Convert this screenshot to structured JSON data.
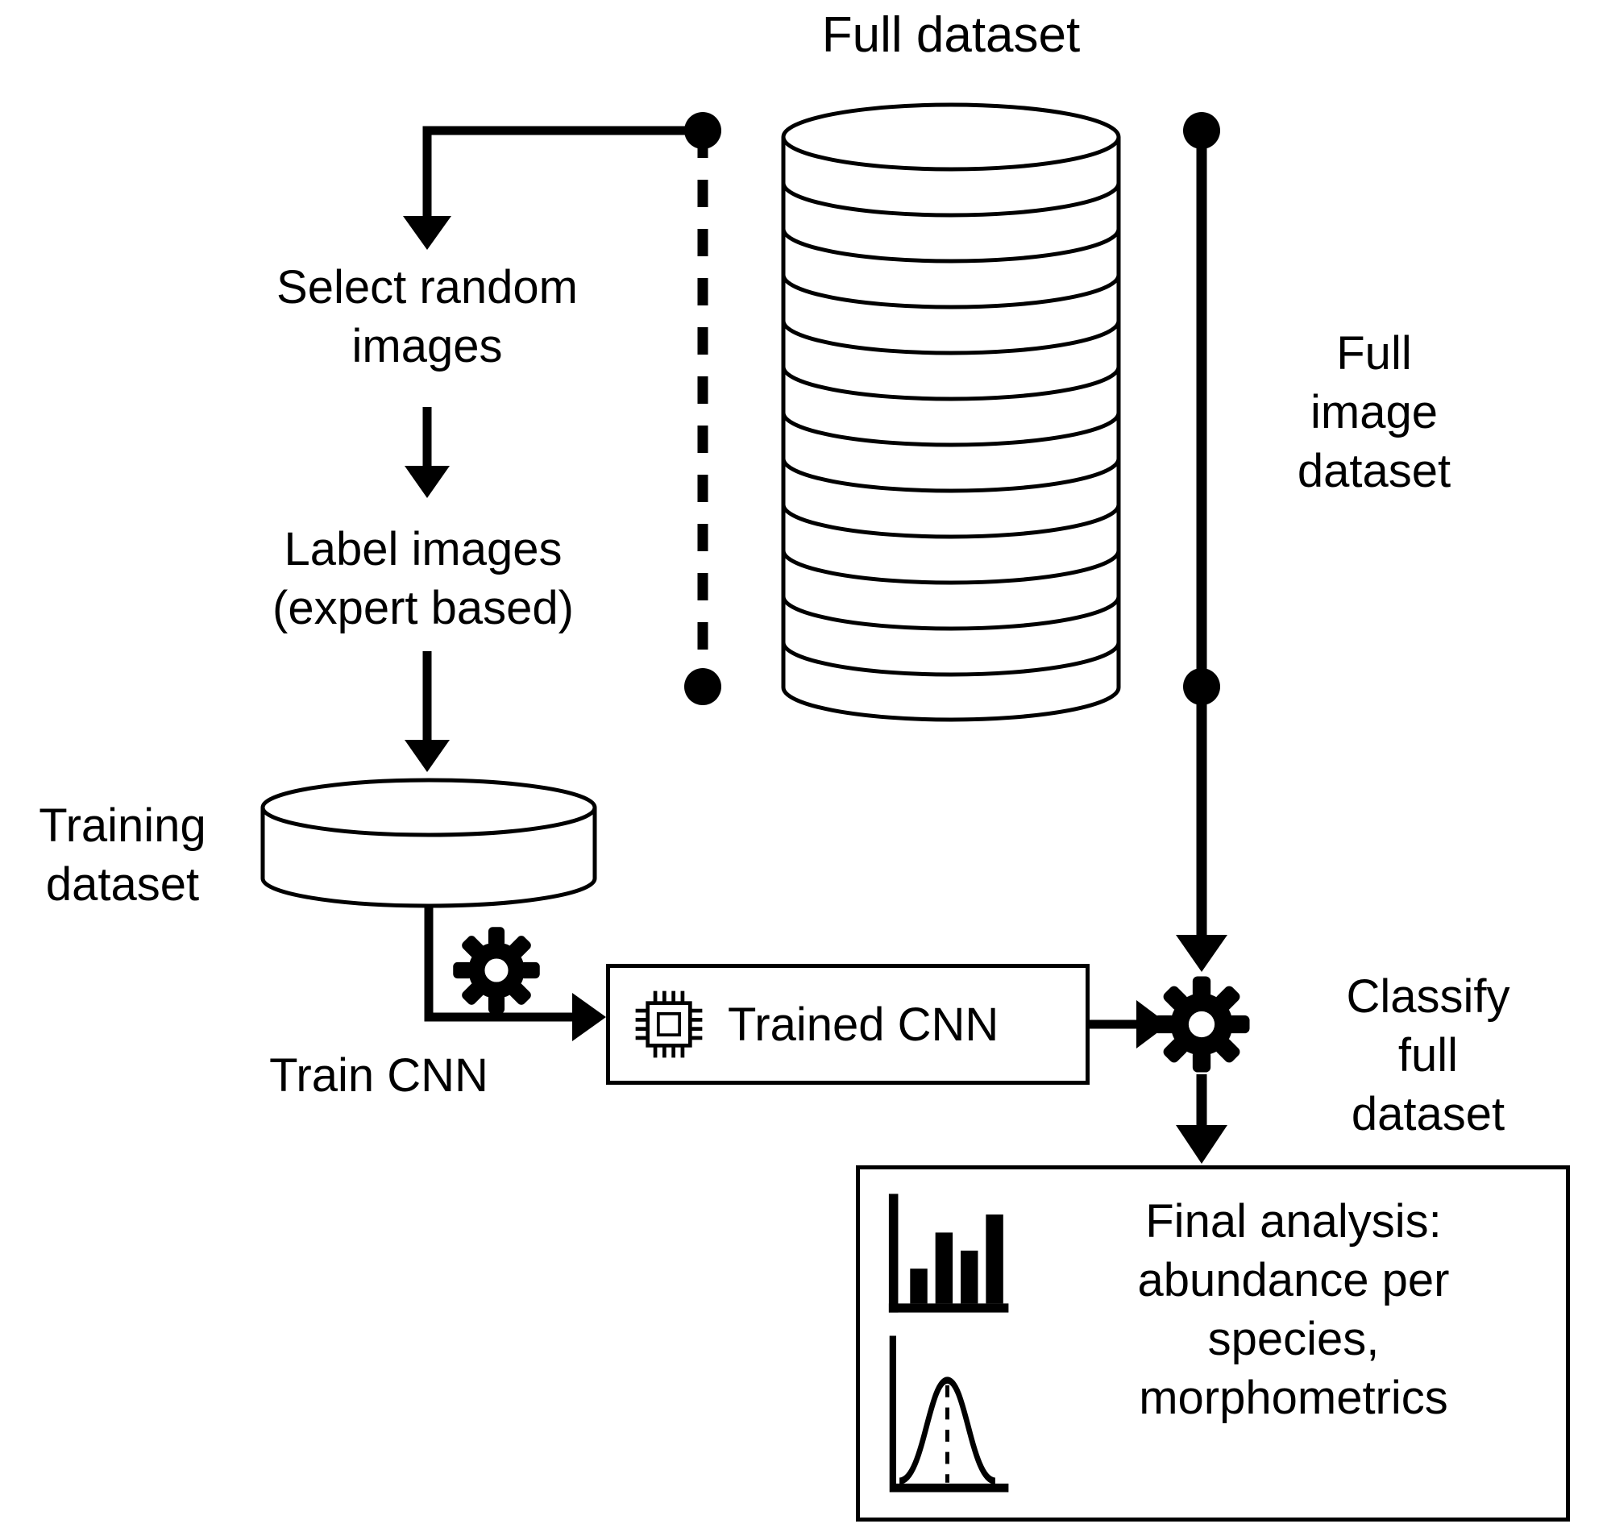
{
  "colors": {
    "ink": "#000000",
    "paper": "#ffffff"
  },
  "labels": {
    "full_dataset": "Full dataset",
    "select_random_images": "Select random\nimages",
    "label_images": "Label images\n(expert based)",
    "training_dataset": "Training\ndataset",
    "train_cnn": "Train CNN",
    "trained_cnn": "Trained CNN",
    "full_image_dataset": "Full\nimage\ndataset",
    "classify_full_dataset": "Classify full\ndataset",
    "final_analysis": "Final analysis:\nabundance per\nspecies,\nmorphometrics"
  },
  "icons": {
    "full_dataset_stack": "database-stack-icon",
    "training_dataset": "database-cylinder-icon",
    "train_gear": "gear-icon",
    "classify_gear": "gear-icon",
    "trained_cnn_chip": "cpu-chip-icon",
    "abundance_chart": "bar-chart-icon",
    "morphometrics_curve": "bell-curve-icon"
  }
}
